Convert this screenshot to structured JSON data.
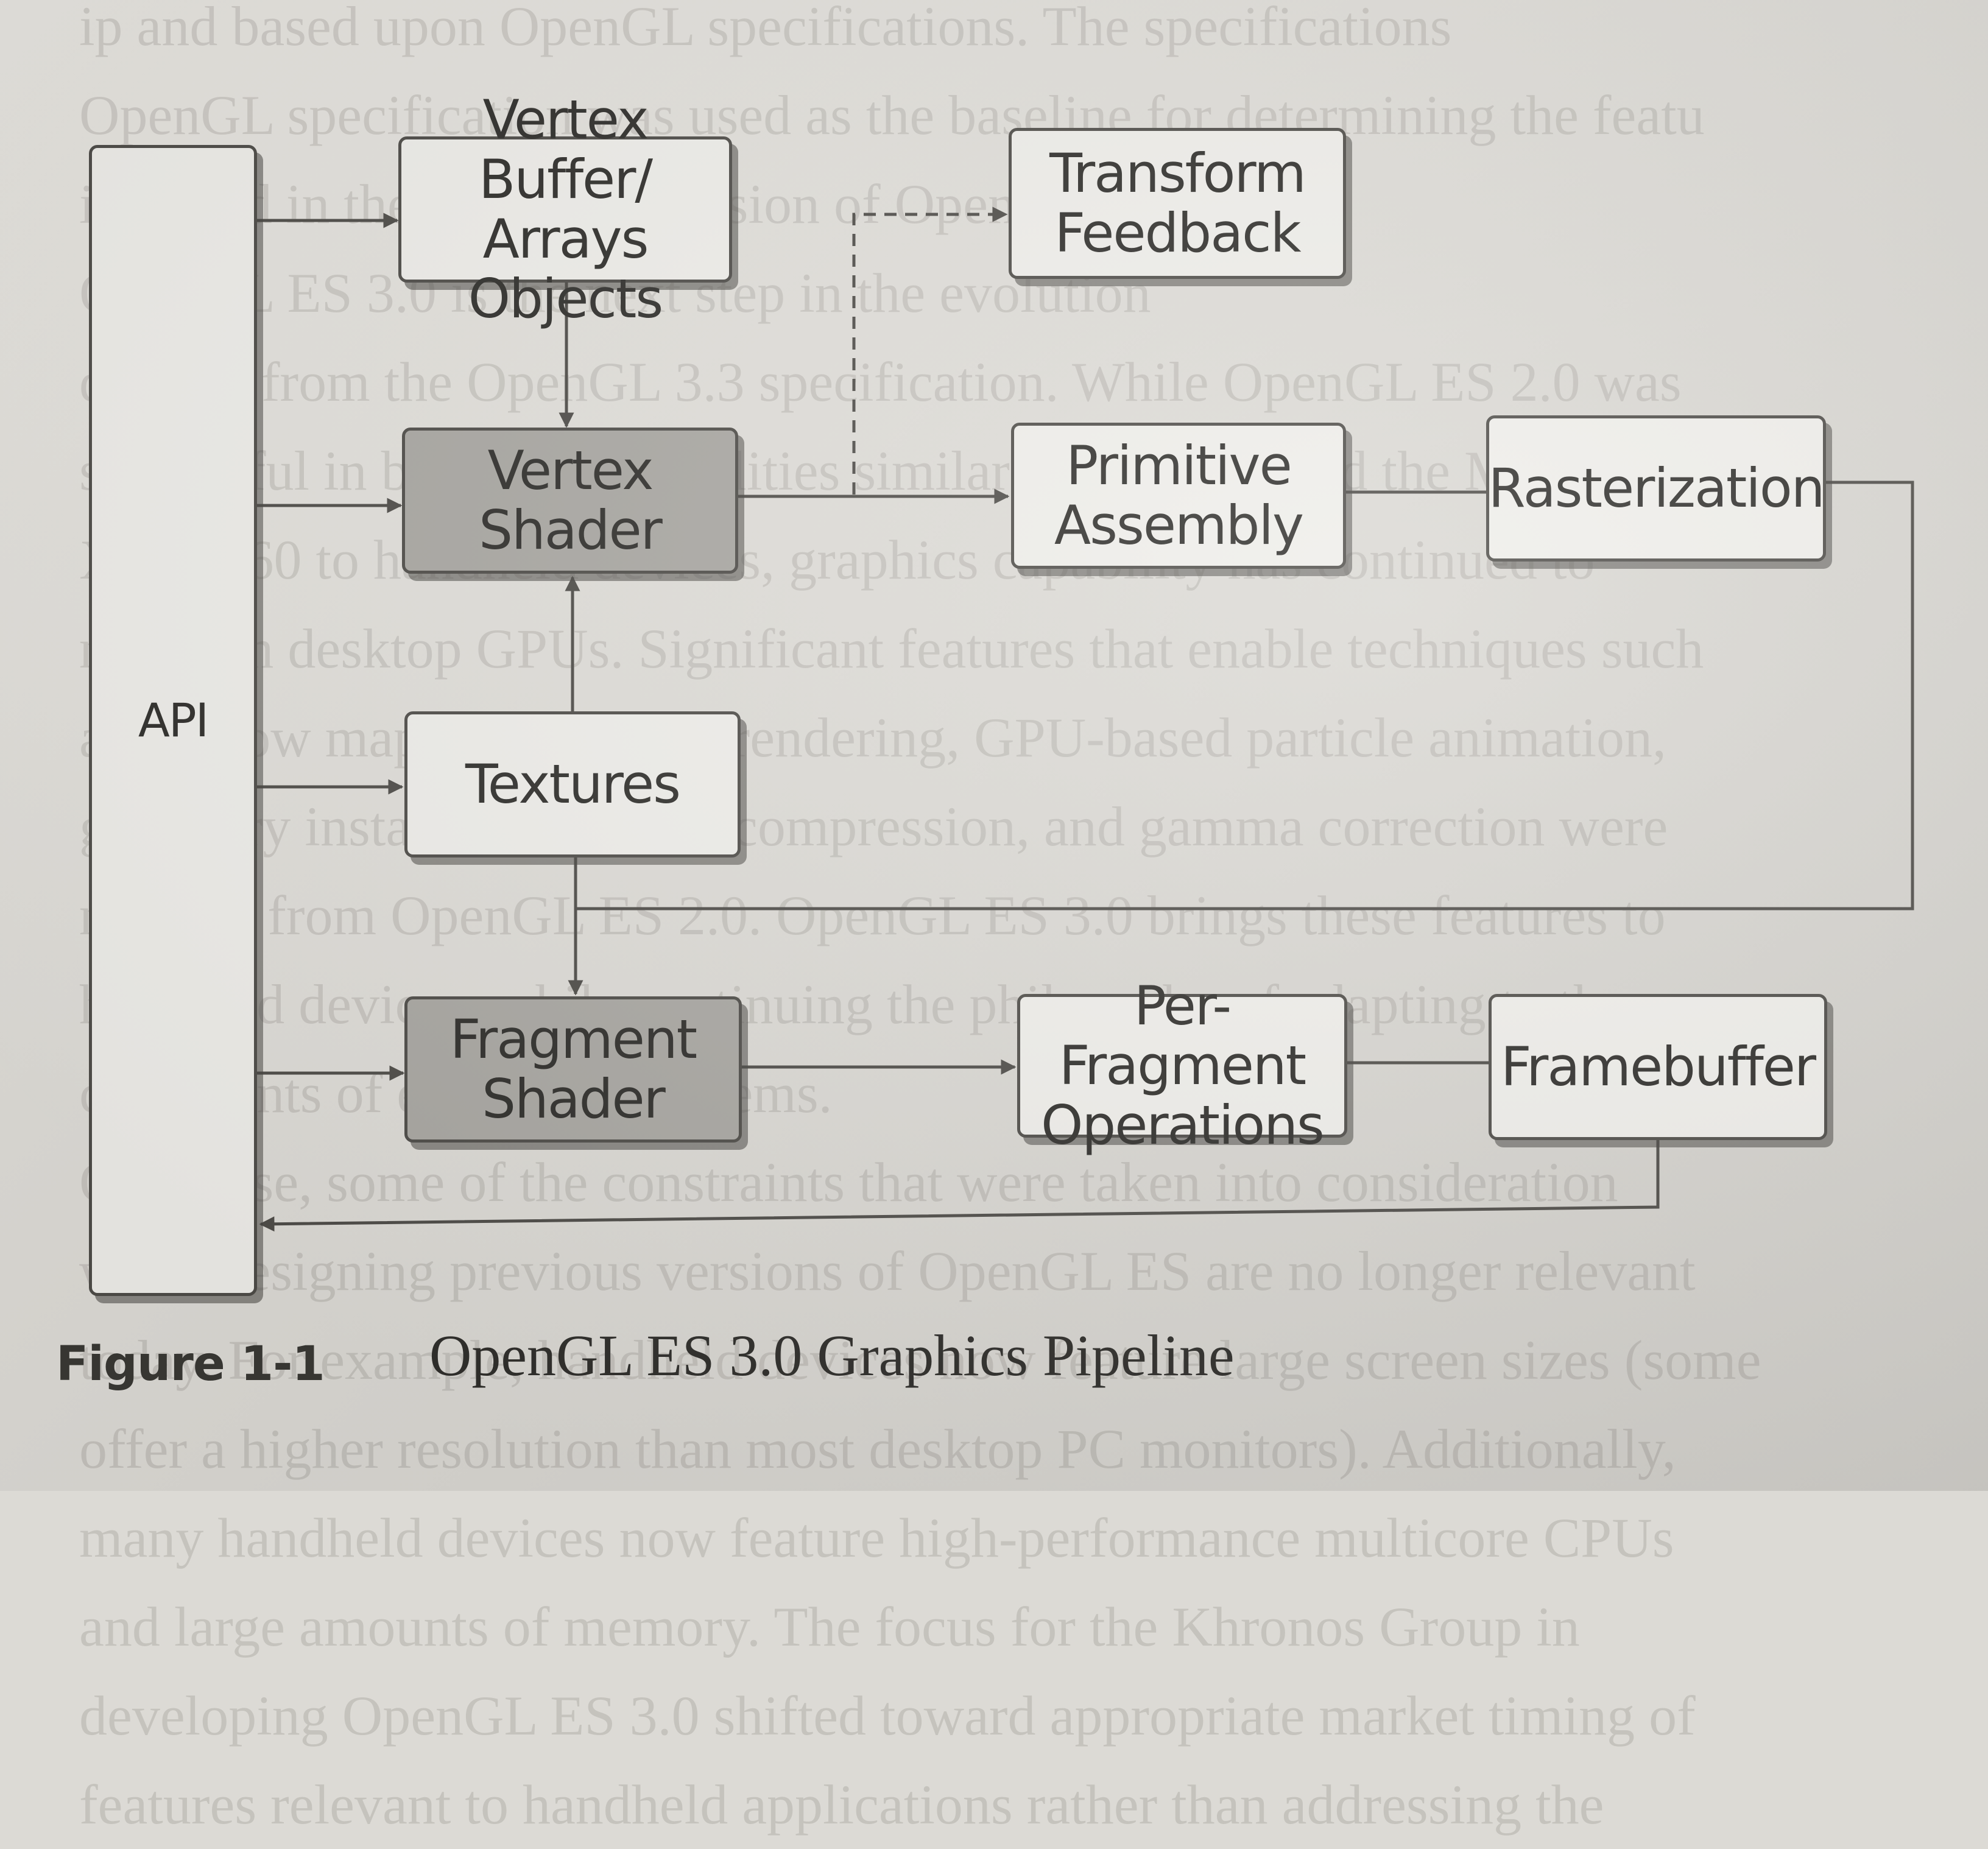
{
  "figure": {
    "label": "Figure 1-1",
    "title": "OpenGL ES 3.0 Graphics Pipeline"
  },
  "nodes": {
    "api": "API",
    "vertex_buffer": "Vertex Buffer/\nArrays Objects",
    "transform_feedback": "Transform\nFeedback",
    "vertex_shader": "Vertex Shader",
    "primitive_assembly": "Primitive\nAssembly",
    "rasterization": "Rasterization",
    "textures": "Textures",
    "fragment_shader": "Fragment\nShader",
    "per_fragment_operations": "Per-Fragment\nOperations",
    "framebuffer": "Framebuffer"
  },
  "background_text": [
    "ip and based upon OpenGL specifications. The specifications",
    "OpenGL specification was used as the baseline for determining the featu",
    "included in the particular version of OpenGL ES",
    "OpenGL ES 3.0 is the next step in the evolution",
    "derived from the OpenGL 3.3 specification. While OpenGL ES 2.0 was",
    "successful in bringing capabilities similar to the DX9 and the Microsoft",
    "Xbox 360 to handheld devices, graphics capability has continued to",
    "move on desktop GPUs. Significant features that enable techniques such",
    "as shadow mapping, volume rendering, GPU-based particle animation,",
    "geometry instancing, texture compression, and gamma correction were",
    "missing from OpenGL ES 2.0. OpenGL ES 3.0 brings these features to",
    "handheld devices, while continuing the philosophy of adapting to the",
    "constraints of embedded systems.",
    "Of course, some of the constraints that were taken into consideration",
    "while designing previous versions of OpenGL ES are no longer relevant",
    "today. For example, handheld devices now feature large screen sizes (some",
    "offer a higher resolution than most desktop PC monitors). Additionally,",
    "many handheld devices now feature high-performance multicore CPUs",
    "and large amounts of memory. The focus for the Khronos Group in",
    "developing OpenGL ES 3.0 shifted toward appropriate market timing of",
    "features relevant to handheld applications rather than addressing the"
  ]
}
